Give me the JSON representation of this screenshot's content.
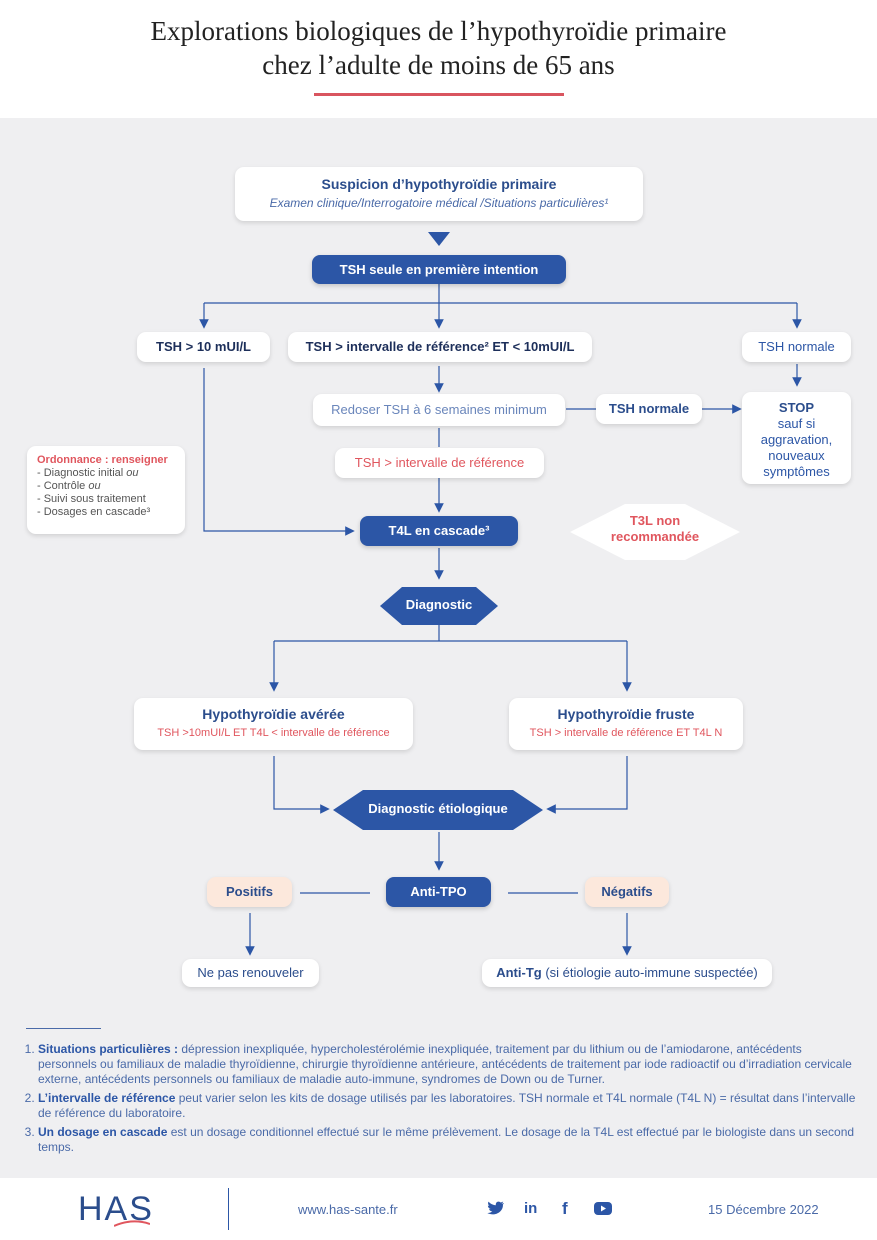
{
  "header": {
    "title_line1": "Explorations biologiques de l’hypothyroïdie primaire",
    "title_line2": "chez l’adulte de moins de 65 ans"
  },
  "flow": {
    "suspicion_title": "Suspicion d’hypothyroïdie primaire",
    "suspicion_sub": "Examen clinique/Interrogatoire médical /Situations particulières¹",
    "tsh_first": "TSH seule en première intention",
    "tsh_gt10": "TSH  > 10 mUI/L",
    "tsh_interval": "TSH > intervalle de référence² ET < 10mUI/L",
    "tsh_normal_right": "TSH normale",
    "redose": "Redoser TSH à 6 semaines minimum",
    "tsh_normal_mid": "TSH normale",
    "stop_title": "STOP",
    "stop_l1": "sauf si",
    "stop_l2": "aggravation,",
    "stop_l3": "nouveaux",
    "stop_l4": "symptômes",
    "tsh_sup_interval": "TSH > intervalle de référence",
    "ordonnance_title": "Ordonnance : renseigner",
    "ord_1": "- Diagnostic initial ",
    "ord_1_em": "ou",
    "ord_2": "- Contrôle ",
    "ord_2_em": "ou",
    "ord_3": "- Suivi sous traitement",
    "ord_4": "- Dosages en cascade³",
    "t4l": "T4L en cascade³",
    "t3l_l1": "T3L non",
    "t3l_l2": "recommandée",
    "diagnostic": "Diagnostic",
    "avere_title": "Hypothyroïdie avérée",
    "avere_sub": "TSH >10mUI/L ET T4L < intervalle de référence",
    "fruste_title": "Hypothyroïdie fruste",
    "fruste_sub": "TSH > intervalle de référence ET T4L N",
    "etiologique": "Diagnostic étiologique",
    "anti_tpo": "Anti-TPO",
    "positifs": "Positifs",
    "negatifs": "Négatifs",
    "ne_pas": "Ne pas renouveler",
    "anti_tg_bold": "Anti-Tg",
    "anti_tg_rest": " (si étiologie auto-immune suspectée)"
  },
  "footnotes": [
    {
      "bold": "Situations particulières :",
      "text": " dépression inexpliquée, hypercholestérolémie inexpliquée, traitement par du lithium ou de l’amiodarone, antécédents personnels ou familiaux de maladie thyroïdienne, chirurgie thyroïdienne antérieure, antécédents de traitement par iode radioactif ou d’irradiation cervicale externe, antécédents personnels ou familiaux de maladie auto-immune, syndromes de Down ou de Turner."
    },
    {
      "bold": "L’intervalle de référence",
      "text": " peut varier selon les kits de dosage utilisés par les laboratoires. TSH normale et T4L normale (T4L N) = résultat dans l’intervalle de référence du laboratoire."
    },
    {
      "bold": "Un dosage en cascade",
      "text": " est un dosage conditionnel effectué sur le même prélèvement. Le dosage de la T4L est effectué par le biologiste dans un second temps."
    }
  ],
  "footer": {
    "logo": "HAS",
    "url": "www.has-sante.fr",
    "date": "15 Décembre 2022",
    "social_icons": [
      "twitter-icon",
      "linkedin-icon",
      "facebook-icon",
      "youtube-icon"
    ]
  },
  "colors": {
    "blue": "#2c56a6",
    "red": "#e0565e",
    "background": "#efeff1"
  }
}
